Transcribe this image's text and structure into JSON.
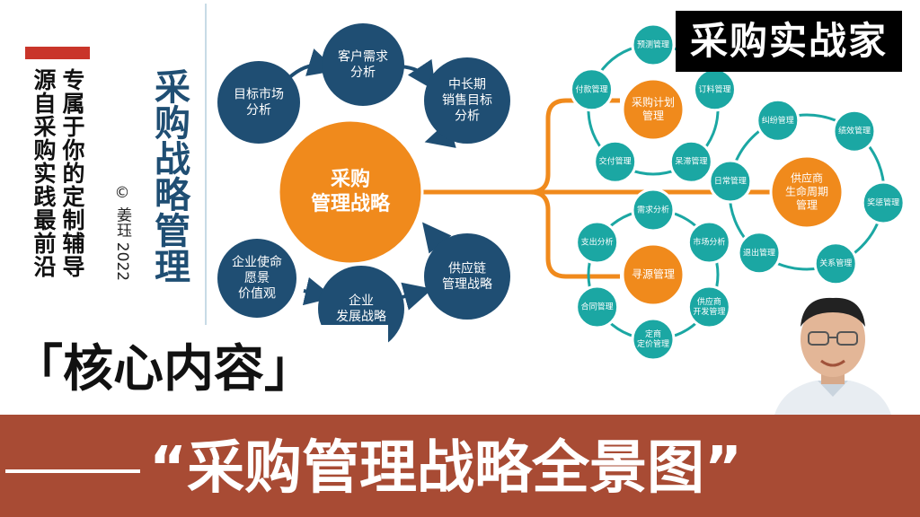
{
  "left_column": {
    "line1": "专属于你的定制辅导",
    "line2": "源自采购实践最前沿"
  },
  "vertical_title": "采购战略管理",
  "copyright": "© 姜珏 2022",
  "brand": "采购实战家",
  "core_label": "「核心内容」",
  "bottom_title": "“采购管理战略全景图”",
  "diagram": {
    "center": [
      "采购",
      "管理战略"
    ],
    "top_circles": [
      [
        "目标市场",
        "分析"
      ],
      [
        "客户需求",
        "分析"
      ],
      [
        "中长期",
        "销售目标",
        "分析"
      ]
    ],
    "bottom_circles": [
      [
        "企业使命",
        "愿景",
        "价值观"
      ],
      [
        "企业",
        "发展战略"
      ],
      [
        "供应链",
        "管理战略"
      ]
    ],
    "hubs": [
      [
        "采购计划",
        "管理"
      ],
      [
        "供应商",
        "生命周期",
        "管理"
      ],
      [
        "寻源管理"
      ]
    ],
    "plan_ring": [
      "预测管理",
      "订料管理",
      "呆滞管理",
      "交付管理",
      "付款管理"
    ],
    "supplier_ring": [
      "纠纷管理",
      "绩效管理",
      "奖惩管理",
      "关系管理",
      "退出管理",
      "日常管理"
    ],
    "sourcing_ring": [
      "需求分析",
      "市场分析",
      "供应商开发管理",
      "定商定价管理",
      "合同管理",
      "支出分析"
    ]
  },
  "colors": {
    "navy": "#1f4e73",
    "orange": "#f08a1c",
    "teal": "#1ba7a3",
    "band": "#a84b34"
  }
}
